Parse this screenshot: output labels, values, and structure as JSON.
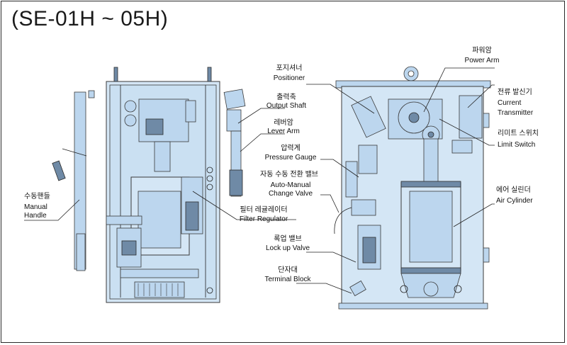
{
  "title": "(SE-01H ~ 05H)",
  "labels": {
    "power_arm": {
      "ko": "파워암",
      "en": "Power Arm"
    },
    "positioner": {
      "ko": "포지셔너",
      "en": "Positioner"
    },
    "current_transmitter": {
      "ko": "전류 발신기",
      "en1": "Current",
      "en2": "Transmitter"
    },
    "output_shaft": {
      "ko": "출력축",
      "en": "Output Shaft"
    },
    "lever_arm": {
      "ko": "레버암",
      "en": "Lever Arm"
    },
    "limit_switch": {
      "ko": "리미트 스위치",
      "en": "Limit Switch"
    },
    "pressure_gauge": {
      "ko": "압력계",
      "en": "Pressure Gauge"
    },
    "auto_manual": {
      "ko": "자동 수동 전환 밸브",
      "en1": "Auto-Manual",
      "en2": "Change Valve"
    },
    "air_cylinder": {
      "ko": "에어 실린더",
      "en": "Air Cylinder"
    },
    "manual_handle": {
      "ko": "수동핸들",
      "en1": "Manual",
      "en2": "Handle"
    },
    "filter_regulator": {
      "ko": "필터 레귤레이터",
      "en": "Filter Regulator"
    },
    "lock_up_valve": {
      "ko": "록업 밸브",
      "en": "Lock up Valve"
    },
    "terminal_block": {
      "ko": "단자대",
      "en": "Terminal Block"
    }
  }
}
